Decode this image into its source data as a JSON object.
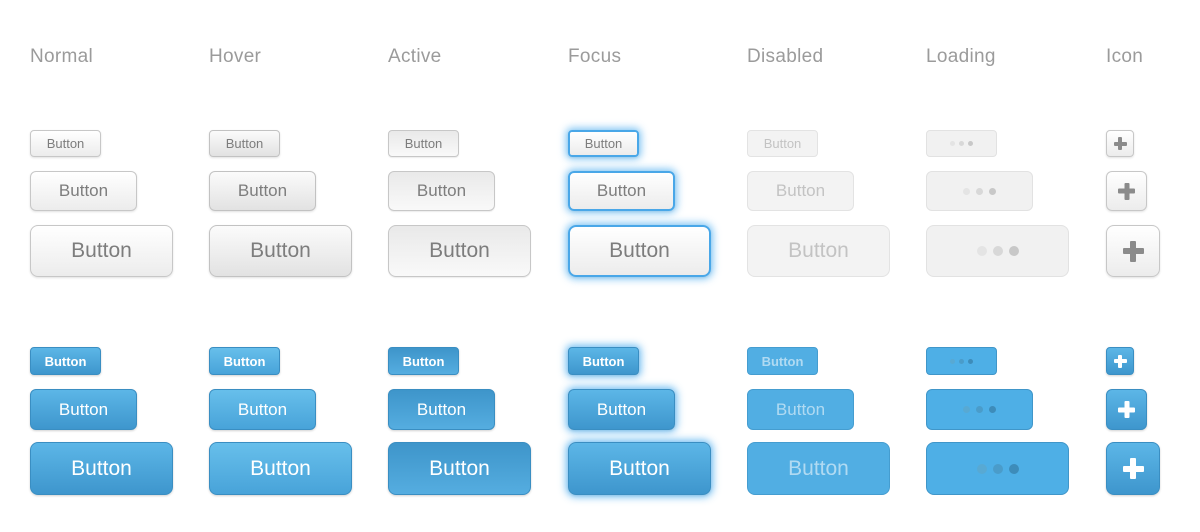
{
  "page": {
    "background": "#ffffff",
    "description": "Button states style sheet"
  },
  "columns": [
    {
      "id": "normal",
      "label": "Normal"
    },
    {
      "id": "hover",
      "label": "Hover"
    },
    {
      "id": "active",
      "label": "Active"
    },
    {
      "id": "focus",
      "label": "Focus"
    },
    {
      "id": "disabled",
      "label": "Disabled"
    },
    {
      "id": "loading",
      "label": "Loading"
    },
    {
      "id": "icon",
      "label": "Icon"
    }
  ],
  "button": {
    "label": "Button",
    "sizes": [
      "small",
      "medium",
      "large"
    ],
    "themes": [
      "light",
      "blue"
    ],
    "loading_indicator": "three-dots",
    "icon_glyph": "plus"
  },
  "colors": {
    "header_text": "#9b9b9b",
    "light_text": "#7d7d7d",
    "light_gradient_top": "#ffffff",
    "light_gradient_bottom": "#ececec",
    "light_border": "#c7c7c7",
    "light_disabled_bg": "#f3f3f3",
    "light_disabled_text": "#c3c3c3",
    "light_loading_dots": [
      "#e4e4e4",
      "#d8d8d8",
      "#c8c8c8"
    ],
    "light_plus": "#8b8b8b",
    "blue_text": "#ffffff",
    "blue_gradient_top": "#5cb6e7",
    "blue_gradient_bottom": "#3e96cd",
    "blue_border": "#3a8ec2",
    "blue_disabled_bg": "#51aee3",
    "blue_loading_dots": [
      "#58a9d3",
      "#4a9cca",
      "#3d8cba"
    ],
    "focus_glow": "#56b2f0",
    "focus_border": "#49a7e8"
  }
}
